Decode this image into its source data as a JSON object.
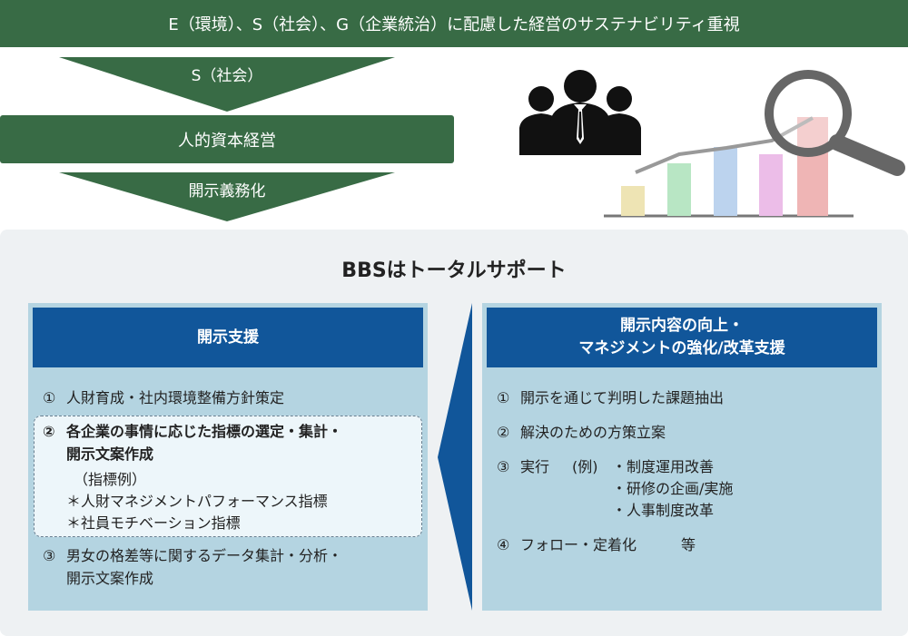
{
  "top_banner": "E（環境）、S（社会）、G（企業統治）に配慮した経営のサステナビリティ重視",
  "arrow1_label": "S（社会）",
  "mid_banner": "人的資本経営",
  "arrow2_label": "開示義務化",
  "panel_title": "BBSはトータルサポート",
  "left_box": {
    "header": "開示支援",
    "item1_num": "①",
    "item1": "人財育成・社内環境整備方針策定",
    "item2_num": "②",
    "item2_line1": "各企業の事情に応じた指標の選定・集計・",
    "item2_line2": "開示文案作成",
    "example_label": "（指標例）",
    "example1": "＊人財マネジメントパフォーマンス指標",
    "example2": "＊社員モチベーション指標",
    "item3_num": "③",
    "item3_line1": "男女の格差等に関するデータ集計・分析・",
    "item3_line2": "開示文案作成"
  },
  "right_box": {
    "header_line1": "開示内容の向上・",
    "header_line2": "マネジメントの強化/改革支援",
    "item1_num": "①",
    "item1": "開示を通じて判明した課題抽出",
    "item2_num": "②",
    "item2": "解決のための方策立案",
    "item3_num": "③",
    "item3_label": "実行",
    "item3_example": "(例)",
    "item3_sub1": "・制度運用改善",
    "item3_sub2": "・研修の企画/実施",
    "item3_sub3": "・人事制度改革",
    "item4_num": "④",
    "item4": "フォロー・定着化",
    "item4_suffix": "等"
  },
  "colors": {
    "green": "#386b45",
    "navy": "#11569a",
    "light_blue": "#b4d4e1",
    "panel_bg": "#eef1f3"
  },
  "icons": [
    "businesspeople-icon",
    "magnifier-icon",
    "bar-chart-icon"
  ]
}
